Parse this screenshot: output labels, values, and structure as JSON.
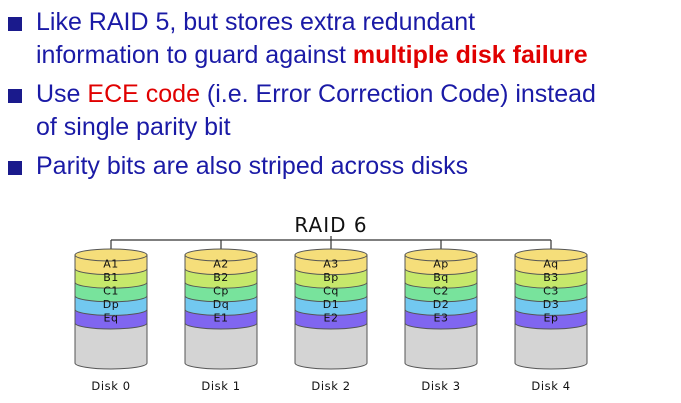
{
  "bullets": [
    {
      "lines": [
        {
          "parts": [
            {
              "text": "Like RAID 5, but stores extra redundant"
            }
          ]
        },
        {
          "parts": [
            {
              "text": "information to guard against "
            },
            {
              "text": "multiple disk failure",
              "emph": "red-bold"
            }
          ]
        }
      ]
    },
    {
      "lines": [
        {
          "parts": [
            {
              "text": "Use "
            },
            {
              "text": "ECE code",
              "emph": "red"
            },
            {
              "text": " (i.e. Error Correction Code) instead"
            }
          ]
        },
        {
          "parts": [
            {
              "text": "of single parity bit"
            }
          ]
        }
      ]
    },
    {
      "lines": [
        {
          "parts": [
            {
              "text": "Parity bits are also striped across disks"
            }
          ]
        }
      ]
    }
  ],
  "diagram": {
    "title": "RAID 6",
    "colors": {
      "row1": "#f5de7a",
      "row2": "#c6e86b",
      "row3": "#78e39c",
      "row4": "#72c8f0",
      "row5": "#8066f0",
      "base": "#d4d4d4",
      "text_blue": "#1a1aa6",
      "accent_red": "#e00000"
    },
    "disks": [
      {
        "name": "Disk 0",
        "blocks": [
          "A1",
          "B1",
          "C1",
          "Dp",
          "Eq"
        ]
      },
      {
        "name": "Disk 1",
        "blocks": [
          "A2",
          "B2",
          "Cp",
          "Dq",
          "E1"
        ]
      },
      {
        "name": "Disk 2",
        "blocks": [
          "A3",
          "Bp",
          "Cq",
          "D1",
          "E2"
        ]
      },
      {
        "name": "Disk 3",
        "blocks": [
          "Ap",
          "Bq",
          "C2",
          "D2",
          "E3"
        ]
      },
      {
        "name": "Disk 4",
        "blocks": [
          "Aq",
          "B3",
          "C3",
          "D3",
          "Ep"
        ]
      }
    ]
  }
}
